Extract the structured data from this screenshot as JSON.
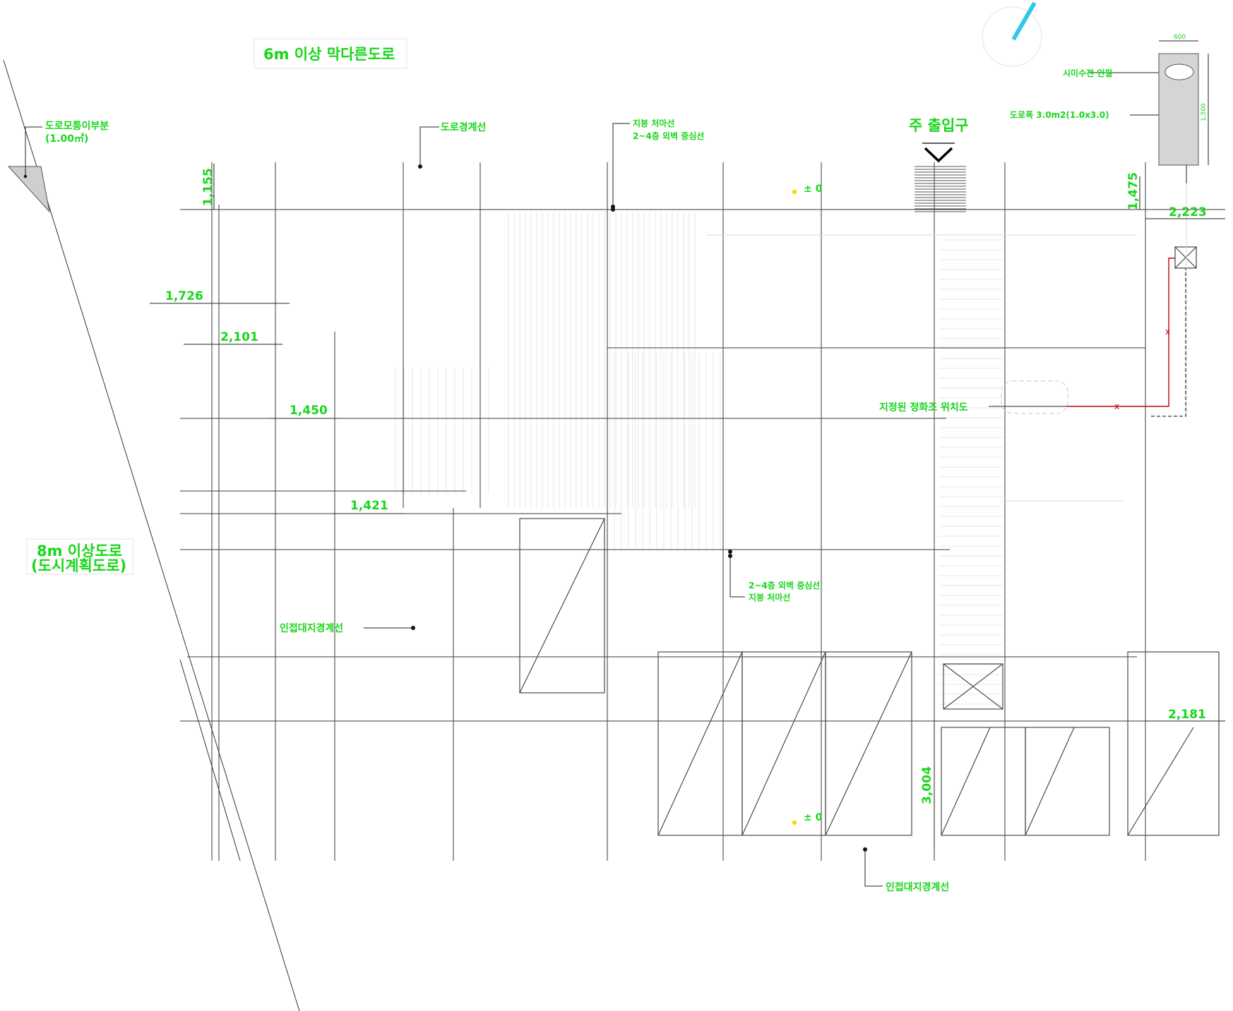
{
  "labels": {
    "dead_end_road": "6m 이상 막다른도로",
    "corner_cut": "도로모퉁이부분",
    "corner_cut_area": "(1.00㎡)",
    "road_boundary": "도로경계선",
    "roof_eave": "지붕 처마선",
    "wall_center_2_4f_top": "2~4층 외벽 중심선",
    "main_entrance": "주 출입구",
    "water_meter": "시미수전 인필",
    "road_note": "도로폭 3.0m2(1.0x3.0)",
    "road_8m_line1": "8m 이상도로",
    "road_8m_line2": "(도시계획도로)",
    "site_boundary_left": "인접대지경계선",
    "wall_center_2_4f_mid": "2~4층 외벽 중심선",
    "roof_eave_mid": "지붕 처마선",
    "site_boundary_bottom": "인접대지경계선",
    "ground_sign_note": "지정된 정화조 위치도",
    "level_top": "± 0",
    "level_bottom": "± 0"
  },
  "dimensions": {
    "d1155": "1,155",
    "d1726": "1,726",
    "d2101": "2,101",
    "d1450": "1,450",
    "d1421": "1,421",
    "d1475": "1,475",
    "d2223": "2,223",
    "d3004": "3,004",
    "d2181": "2,181",
    "d_meter_w": "600",
    "d_meter_h": "1,500"
  },
  "colors": {
    "annotation": "#18d61a",
    "linework": "#333333",
    "pipe": "#c40000",
    "north_arrow": "#33c8e8",
    "meter_fill": "#d5d5d5"
  },
  "icons": {
    "entrance_marker": "chevron-down-icon",
    "north_arrow": "north-arrow-icon"
  }
}
